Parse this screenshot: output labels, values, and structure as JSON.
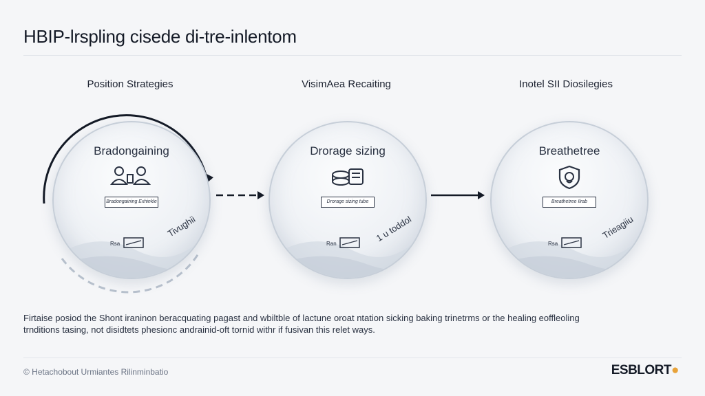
{
  "title": "HBIP-lrspling cisede di-tre-inlentom",
  "columns": [
    {
      "heading": "Position Strategies",
      "stage_title": "Bradongaining",
      "icon": "people-icon",
      "card_label": "Bradongaining Exhinkle",
      "tag": "Tivughii",
      "mini_label": "Rsa"
    },
    {
      "heading": "VisimAea Recaiting",
      "stage_title": "Drorage sizing",
      "icon": "stacked-coins-icon",
      "card_label": "Drorage sizing tube",
      "tag": "1 u toddol",
      "mini_label": "Ran"
    },
    {
      "heading": "Inotel SII Diosilegies",
      "stage_title": "Breathetree",
      "icon": "shield-icon",
      "card_label": "Breathetree Ilrab",
      "tag": "Trieagiiu",
      "mini_label": "Rsa"
    }
  ],
  "caption": "Firtaise posiod the Shont iraninon beracquating pagast and wbiltble of lactune oroat ntation sicking baking trinetrms or the healing eoffleoling trnditions tasing, not disidtets phesionc andrainid-oft tornid withr if fusivan this relet ways.",
  "footer": {
    "credit": "© Hetachobout Urmiantes Rilinminbatio",
    "logo": "ESBLORT"
  },
  "colors": {
    "accent": "#1c2230",
    "logo_dot": "#e8a33a",
    "circle_edge": "#c6ced8"
  }
}
